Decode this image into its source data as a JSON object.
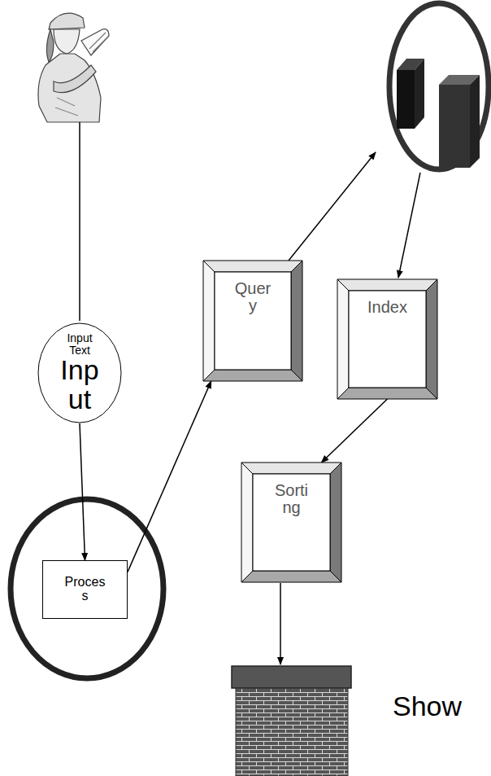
{
  "diagram": {
    "nodes": [
      {
        "text": [
          "Input Text",
          "Inp ut"
        ]
      },
      {
        "text": [
          "Proces s"
        ]
      },
      {
        "text": [
          "Quer y"
        ]
      },
      {
        "text": [
          "Index"
        ]
      },
      {
        "text": [
          "Sorti ng"
        ]
      }
    ],
    "edges": [
      {
        "from": 0,
        "to": 1,
        "arrow": "to"
      },
      {
        "from": 1,
        "to": 2,
        "arrow": "to"
      },
      {
        "from": 3,
        "to": 4,
        "arrow": "to"
      }
    ],
    "labels": [
      "Show"
    ]
  }
}
